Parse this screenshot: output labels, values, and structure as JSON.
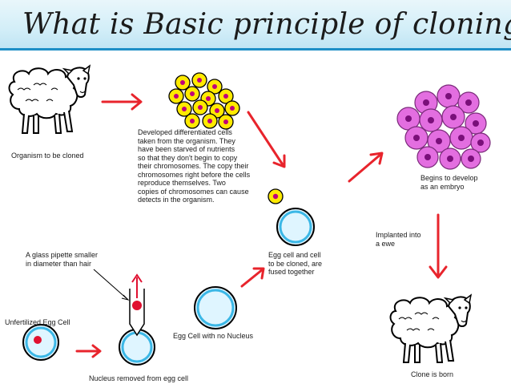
{
  "title": "What is Basic principle of cloning",
  "labels": {
    "organism": "Organism to be cloned",
    "cells_taken": [
      "Developed differentiated cells",
      "taken from the organism.  They",
      "have been starved of nutrients",
      "so that they don't begin to copy",
      "their chromosomes.  The copy their",
      "chromosomes right before the cells",
      "reproduce themselves.  Two",
      "copies of chromosomes can cause",
      "detects in the organism."
    ],
    "embryo": [
      "Begins to develop",
      "as an embryo"
    ],
    "implanted": [
      "Implanted into",
      "a ewe"
    ],
    "pipette": [
      "A glass pipette smaller",
      "in diameter than hair"
    ],
    "fused": [
      "Egg cell and cell",
      "to be cloned, are",
      "fused together"
    ],
    "unfertilized": "Unfertilized Egg Cell",
    "no_nucleus": "Egg Cell with no Nucleus",
    "nucleus_removed": "Nucleus removed from egg cell",
    "clone_born": "Clone is born"
  }
}
